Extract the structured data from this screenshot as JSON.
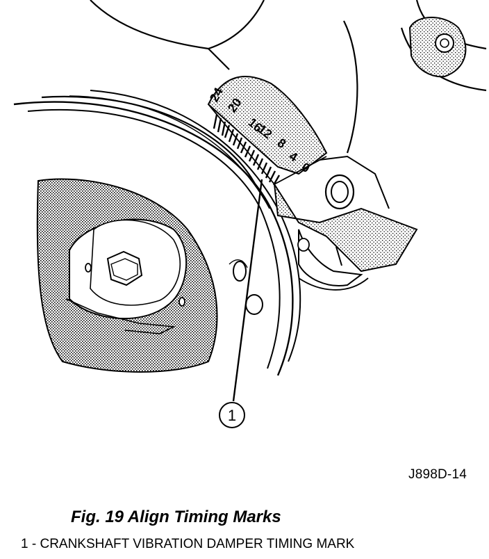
{
  "illustration": {
    "scale_labels": [
      "24",
      "20",
      "16",
      "12",
      "8",
      "4",
      "0"
    ],
    "callout_number": "1"
  },
  "reference_code": "J898D-14",
  "figure": {
    "caption": "Fig. 19 Align Timing Marks"
  },
  "legend": [
    {
      "number": "1",
      "separator": " - ",
      "text": "CRANKSHAFT VIBRATION DAMPER TIMING MARK"
    }
  ]
}
